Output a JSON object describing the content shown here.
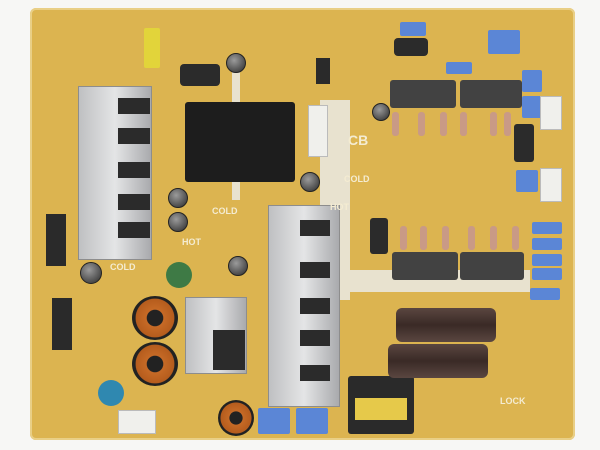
{
  "labels": {
    "hot": "HOT",
    "cold": "COLD",
    "cb": "CB",
    "lock": "LOCK"
  },
  "colors": {
    "board": "#dcb450",
    "connector_blue": "#5b86d6",
    "trace": "#e8e2cf"
  }
}
